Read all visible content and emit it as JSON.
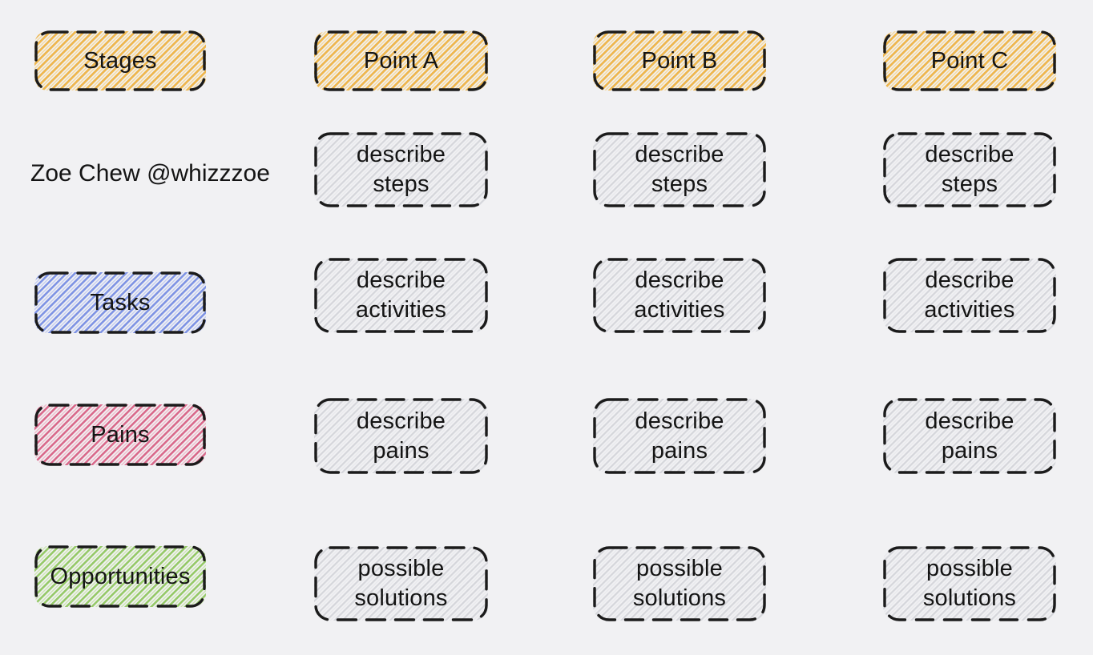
{
  "colors": {
    "background": "#f1f1f3",
    "border": "#1b1b1b",
    "text": "#141414",
    "orange": "#eeb64d",
    "orange_light": "#f6d795",
    "blue": "#7e93e4",
    "blue_light": "#bcc7f1",
    "pink": "#d9688a",
    "pink_light": "#eeb3c4",
    "green": "#95c967",
    "green_light": "#c9e3ab",
    "gray": "#d5d6db",
    "gray_light": "#e7e8ec"
  },
  "legend": {
    "stages": "Stages",
    "attribution": "Zoe Chew @whizzzoe",
    "tasks": "Tasks",
    "pains": "Pains",
    "opportunities": "Opportunities"
  },
  "columns": [
    {
      "header": "Point A",
      "steps": "describe\nsteps",
      "activities": "describe\nactivities",
      "pains": "describe\npains",
      "solutions": "possible\nsolutions"
    },
    {
      "header": "Point B",
      "steps": "describe\nsteps",
      "activities": "describe\nactivities",
      "pains": "describe\npains",
      "solutions": "possible\nsolutions"
    },
    {
      "header": "Point C",
      "steps": "describe\nsteps",
      "activities": "describe\nactivities",
      "pains": "describe\npains",
      "solutions": "possible\nsolutions"
    }
  ]
}
